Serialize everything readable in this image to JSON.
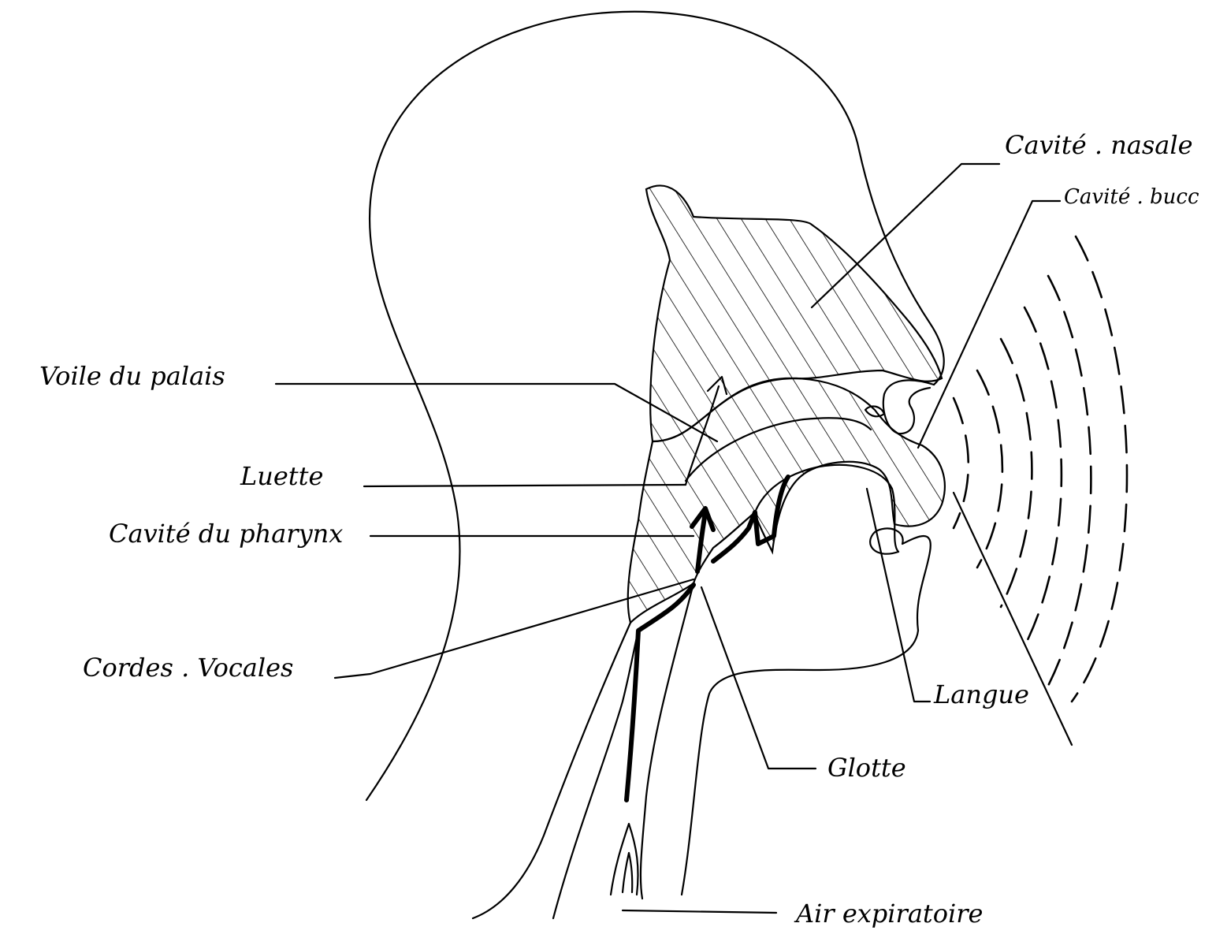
{
  "labels": {
    "cavite_nasale": "Cavité . nasale",
    "cavite_buccale": "Cavité . bucc",
    "voile_du_palais": "Voile du palais",
    "luette": "Luette",
    "cavite_du_pharynx": "Cavité du pharynx",
    "cordes_vocales": "Cordes . Vocales",
    "langue": "Langue",
    "glotte": "Glotte",
    "air_expiratoire": "Air expiratoire"
  }
}
